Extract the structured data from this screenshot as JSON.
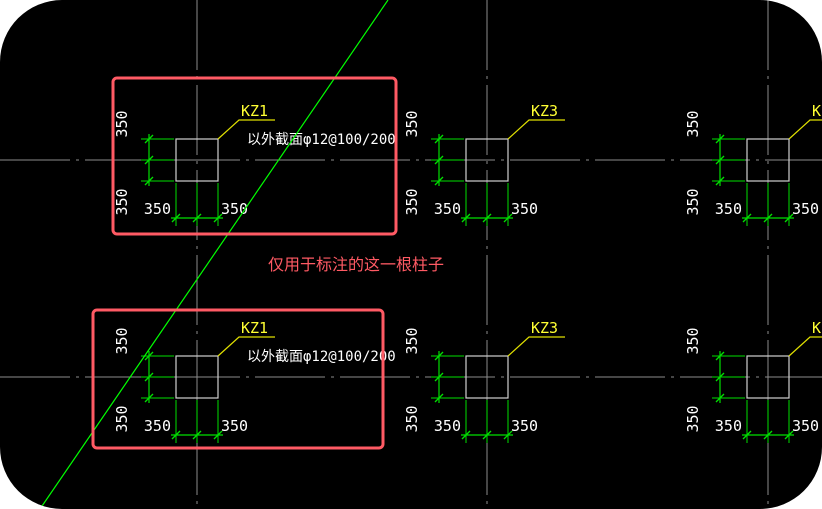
{
  "colors": {
    "background": "#000000",
    "axis_line": "#8c8c8c",
    "column_outline": "#d0d0d0",
    "dimension": "#00e000",
    "leader": "#e0e000",
    "label": "#ffff33",
    "dim_text": "#ffffff",
    "highlight_box": "#ff5a64",
    "note": "#ff5a64",
    "diagonal": "#00ff00"
  },
  "drawing": {
    "column_label": "KZ3",
    "labeled_column_label": "KZ1",
    "rebar_note": "以外截面φ12@100/200",
    "dim_vertical_top": "350",
    "dim_vertical_bottom": "350",
    "dim_horizontal_left": "350",
    "dim_horizontal_right": "350",
    "annotation_note": "仅用于标注的这一根柱子"
  }
}
